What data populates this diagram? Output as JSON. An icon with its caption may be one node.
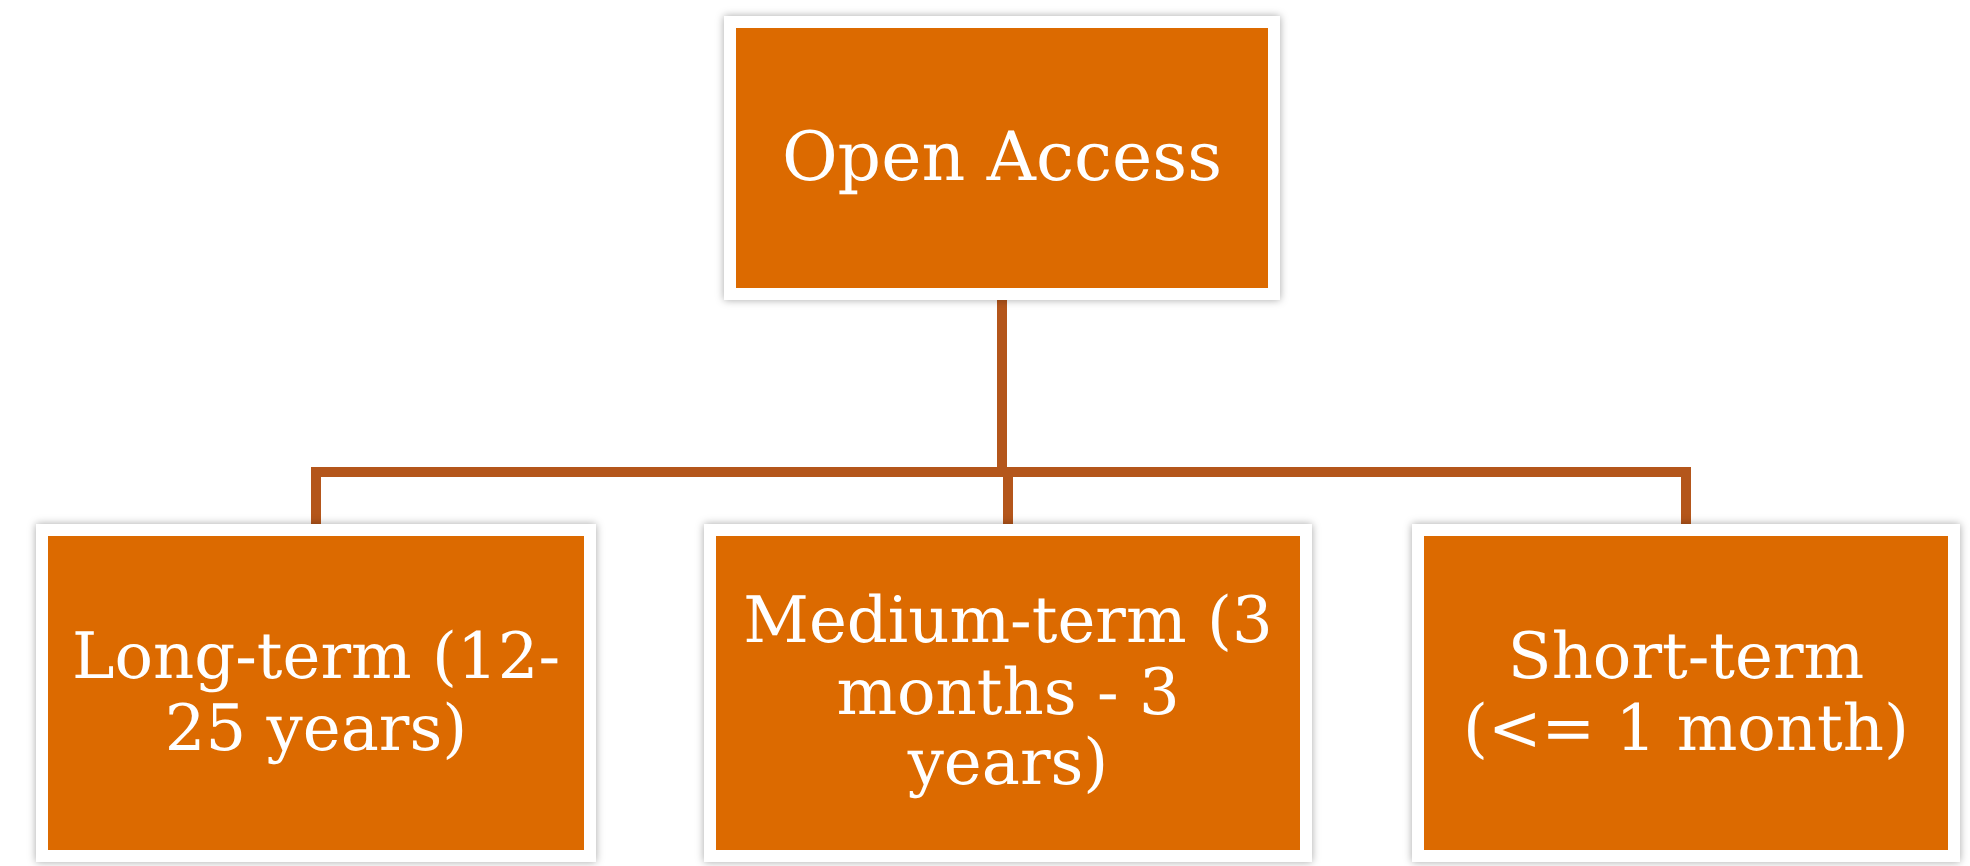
{
  "diagram": {
    "nodes": [
      {
        "text": [
          "Open Access"
        ]
      },
      {
        "text": [
          "Long-term (12-25 years)"
        ]
      },
      {
        "text": [
          "Medium-term (3 months - 3 years)"
        ]
      },
      {
        "text": [
          "Short-term (<= 1 month)"
        ]
      }
    ],
    "edges": [
      {
        "from": 0,
        "to": 1,
        "arrow": "none"
      },
      {
        "from": 0,
        "to": 2,
        "arrow": "none"
      },
      {
        "from": 0,
        "to": 3,
        "arrow": "none"
      }
    ]
  }
}
